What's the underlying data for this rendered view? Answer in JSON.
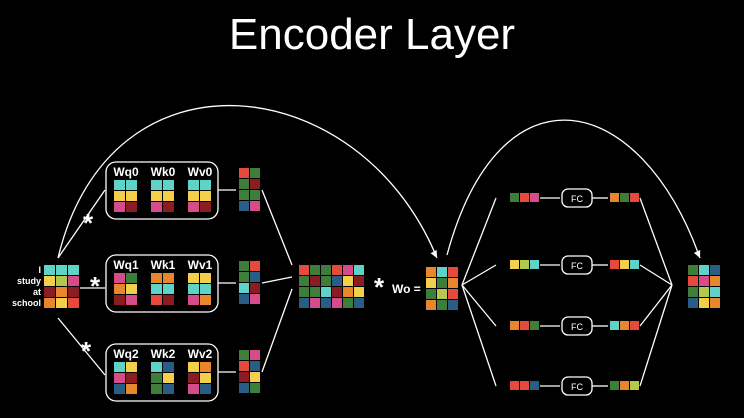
{
  "title": "Encoder Layer",
  "input_words": [
    "I",
    "study",
    "at",
    "school"
  ],
  "heads": [
    {
      "labels": [
        "Wq0",
        "Wk0",
        "Wv0"
      ]
    },
    {
      "labels": [
        "Wq1",
        "Wk1",
        "Wv1"
      ]
    },
    {
      "labels": [
        "Wq2",
        "Wk2",
        "Wv2"
      ]
    }
  ],
  "multiply_symbol": "*",
  "wo_label": "Wo =",
  "fc_label": "FC",
  "colors": {
    "background": "#000000",
    "text": "#ffffff",
    "line": "#ffffff",
    "palette": [
      "#5fd3c8",
      "#f2d04b",
      "#e8862d",
      "#d64c8b",
      "#3f7d3a",
      "#8a1c24",
      "#2a5d85",
      "#e64a3d",
      "#b2c94f",
      "#7ab8e0"
    ]
  },
  "matrices": {
    "input": [
      [
        "#5fd3c8",
        "#5fd3c8",
        "#5fd3c8"
      ],
      [
        "#f2d04b",
        "#b2c94f",
        "#d64c8b"
      ],
      [
        "#8a1c24",
        "#e8862d",
        "#8a1c24"
      ],
      [
        "#e8862d",
        "#f2d04b",
        "#e64a3d"
      ]
    ],
    "head_weights": [
      [
        [
          [
            "#5fd3c8",
            "#5fd3c8"
          ],
          [
            "#f2d04b",
            "#f2d04b"
          ],
          [
            "#d64c8b",
            "#8a1c24"
          ]
        ],
        [
          [
            "#5fd3c8",
            "#5fd3c8"
          ],
          [
            "#f2d04b",
            "#f2d04b"
          ],
          [
            "#d64c8b",
            "#8a1c24"
          ]
        ],
        [
          [
            "#5fd3c8",
            "#5fd3c8"
          ],
          [
            "#f2d04b",
            "#f2d04b"
          ],
          [
            "#d64c8b",
            "#8a1c24"
          ]
        ]
      ],
      [
        [
          [
            "#d64c8b",
            "#3f7d3a"
          ],
          [
            "#e8862d",
            "#f2d04b"
          ],
          [
            "#8a1c24",
            "#d64c8b"
          ]
        ],
        [
          [
            "#e8862d",
            "#e8862d"
          ],
          [
            "#5fd3c8",
            "#5fd3c8"
          ],
          [
            "#e64a3d",
            "#8a1c24"
          ]
        ],
        [
          [
            "#f2d04b",
            "#f2d04b"
          ],
          [
            "#5fd3c8",
            "#5fd3c8"
          ],
          [
            "#d64c8b",
            "#e8862d"
          ]
        ]
      ],
      [
        [
          [
            "#5fd3c8",
            "#f2d04b"
          ],
          [
            "#d64c8b",
            "#8a1c24"
          ],
          [
            "#2a5d85",
            "#e8862d"
          ]
        ],
        [
          [
            "#5fd3c8",
            "#2a5d85"
          ],
          [
            "#3f7d3a",
            "#f2d04b"
          ],
          [
            "#3f7d3a",
            "#2a5d85"
          ]
        ],
        [
          [
            "#f2d04b",
            "#e8862d"
          ],
          [
            "#8a1c24",
            "#f2d04b"
          ],
          [
            "#d64c8b",
            "#2a5d85"
          ]
        ]
      ]
    ],
    "head_outputs": [
      [
        [
          "#e64a3d",
          "#3f7d3a"
        ],
        [
          "#3f7d3a",
          "#8a1c24"
        ],
        [
          "#3f7d3a",
          "#3f7d3a"
        ],
        [
          "#2a5d85",
          "#d64c8b"
        ]
      ],
      [
        [
          "#3f7d3a",
          "#e64a3d"
        ],
        [
          "#3f7d3a",
          "#2a5d85"
        ],
        [
          "#5fd3c8",
          "#8a1c24"
        ],
        [
          "#2a5d85",
          "#d64c8b"
        ]
      ],
      [
        [
          "#3f7d3a",
          "#d64c8b"
        ],
        [
          "#e64a3d",
          "#2a5d85"
        ],
        [
          "#8a1c24",
          "#f2d04b"
        ],
        [
          "#2a5d85",
          "#3f7d3a"
        ]
      ]
    ],
    "concat": [
      [
        "#e64a3d",
        "#3f7d3a",
        "#3f7d3a",
        "#e64a3d",
        "#d64c8b",
        "#5fd3c8"
      ],
      [
        "#3f7d3a",
        "#8a1c24",
        "#3f7d3a",
        "#2a5d85",
        "#f2d04b",
        "#8a1c24"
      ],
      [
        "#3f7d3a",
        "#3f7d3a",
        "#5fd3c8",
        "#8a1c24",
        "#e8862d",
        "#f2d04b"
      ],
      [
        "#2a5d85",
        "#d64c8b",
        "#2a5d85",
        "#d64c8b",
        "#3f7d3a",
        "#2a5d85"
      ]
    ],
    "wo_result": [
      [
        "#e8862d",
        "#5fd3c8",
        "#e64a3d"
      ],
      [
        "#f2d04b",
        "#3f7d3a",
        "#e8862d"
      ],
      [
        "#3f7d3a",
        "#b2c94f",
        "#e64a3d"
      ],
      [
        "#e8862d",
        "#3f7d3a",
        "#2a5d85"
      ]
    ],
    "fc_inputs": [
      [
        "#3f7d3a",
        "#e64a3d",
        "#d64c8b"
      ],
      [
        "#f2d04b",
        "#b2c94f",
        "#5fd3c8"
      ],
      [
        "#e8862d",
        "#e64a3d",
        "#3f7d3a"
      ],
      [
        "#e64a3d",
        "#e64a3d",
        "#2a5d85"
      ]
    ],
    "fc_outputs": [
      [
        "#e8862d",
        "#3f7d3a",
        "#e64a3d"
      ],
      [
        "#e64a3d",
        "#f2d04b",
        "#5fd3c8"
      ],
      [
        "#5fd3c8",
        "#e8862d",
        "#e64a3d"
      ],
      [
        "#3f7d3a",
        "#e8862d",
        "#b2c94f"
      ]
    ],
    "final": [
      [
        "#3f7d3a",
        "#5fd3c8",
        "#2a5d85"
      ],
      [
        "#e64a3d",
        "#d64c8b",
        "#e8862d"
      ],
      [
        "#3f7d3a",
        "#b2c94f",
        "#5fd3c8"
      ],
      [
        "#2a5d85",
        "#f2d04b",
        "#e8862d"
      ]
    ]
  }
}
